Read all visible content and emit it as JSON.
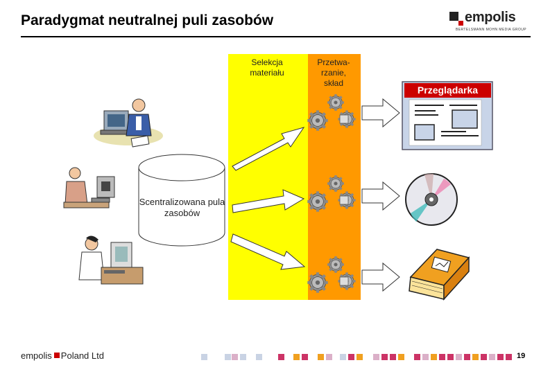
{
  "header": {
    "title": "Paradygmat neutralnej puli zasobów",
    "logo_text": "empolis",
    "logo_subtext": "BERTELSMANN MOHN MEDIA GROUP"
  },
  "diagram": {
    "band_selection_label": "Selekcja materiału",
    "band_processing_label": "Przetwa-rzanie, skład",
    "database_label": "Scentralizowana pula zasobów",
    "browser_title": "Przeglądarka"
  },
  "colors": {
    "selection_band": "#ffff00",
    "processing_band": "#ff9900",
    "accent_red": "#cc0000",
    "browser_panel": "#c8d4e8"
  },
  "footer": {
    "brand": "empolis",
    "brand_suffix": "Poland Ltd",
    "page_number": "19"
  }
}
